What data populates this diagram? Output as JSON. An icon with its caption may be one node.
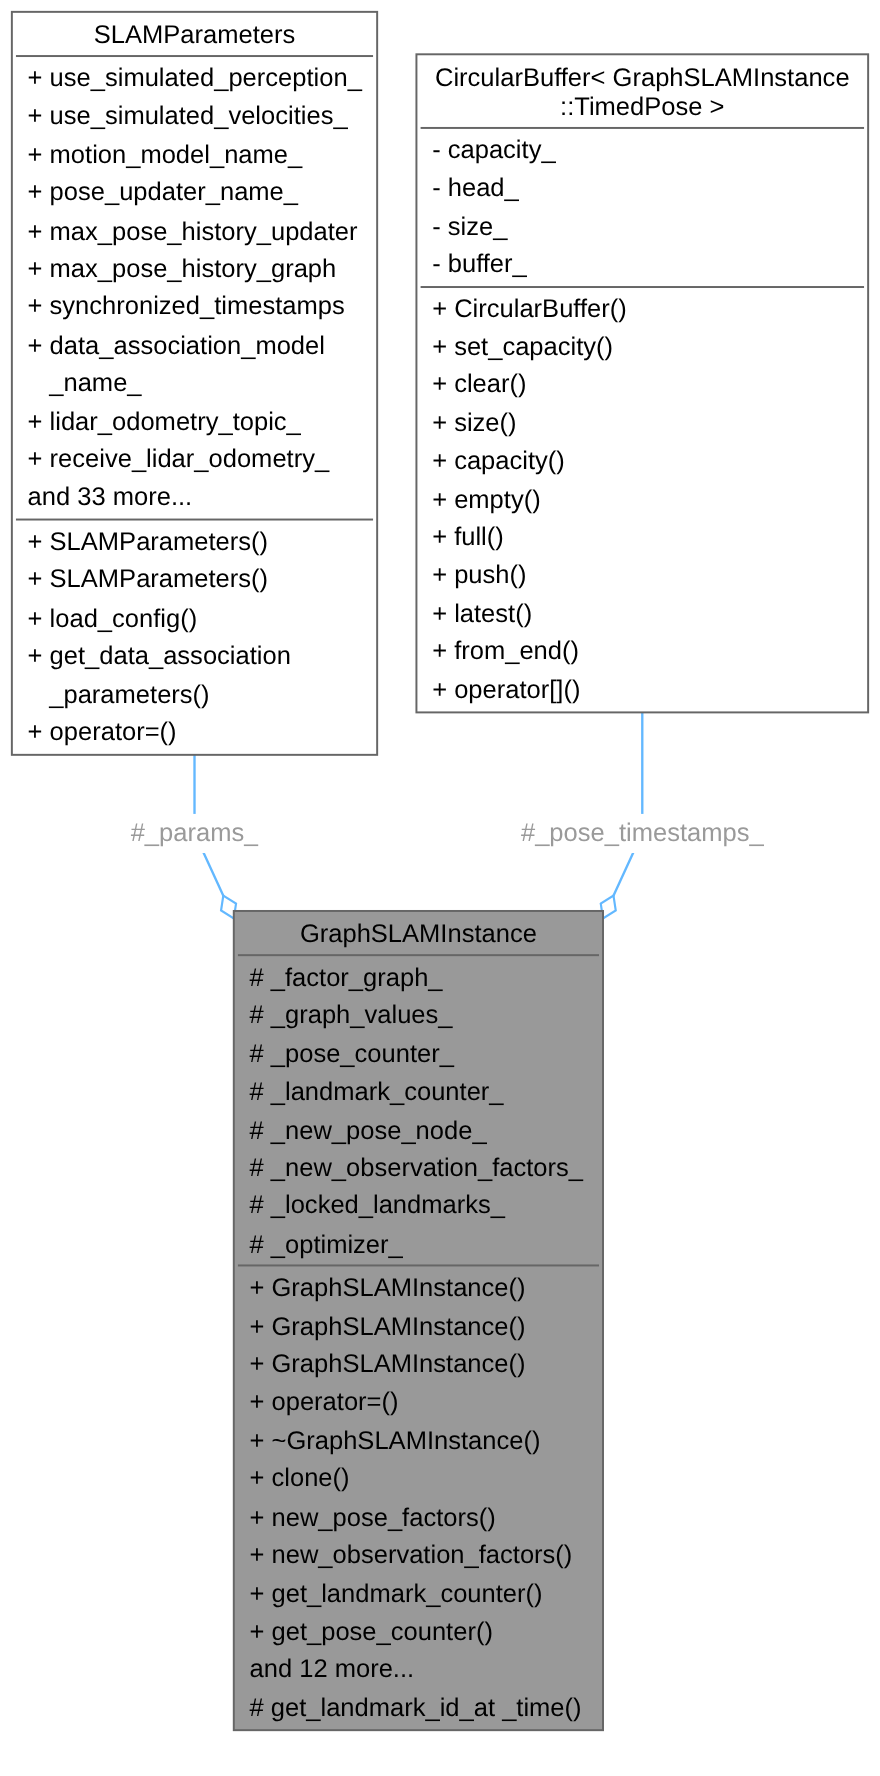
{
  "diagram": {
    "nodes": [
      {
        "text": [
          "SLAMParameters",
          "+ use_simulated_perception_",
          "+ use_simulated_velocities_",
          "+ motion_model_name_",
          "+ pose_updater_name_",
          "+ max_pose_history_updater",
          "+ max_pose_history_graph",
          "+ synchronized_timestamps",
          "+ data_association_model _name_",
          "+ lidar_odometry_topic_",
          "+ receive_lidar_odometry_",
          "and 33 more...",
          "+ SLAMParameters()",
          "+ SLAMParameters()",
          "+ load_config()",
          "+ get_data_association _parameters()",
          "+ operator=()"
        ]
      },
      {
        "text": [
          "CircularBuffer< GraphSLAMInstance ::TimedPose >",
          "- capacity_",
          "- head_",
          "- size_",
          "- buffer_",
          "+ CircularBuffer()",
          "+ set_capacity()",
          "+ clear()",
          "+ size()",
          "+ capacity()",
          "+ empty()",
          "+ full()",
          "+ push()",
          "+ latest()",
          "+ from_end()",
          "+ operator[]()"
        ]
      },
      {
        "text": [
          "GraphSLAMInstance",
          "# _factor_graph_",
          "# _graph_values_",
          "# _pose_counter_",
          "# _landmark_counter_",
          "# _new_pose_node_",
          "# _new_observation_factors_",
          "# _locked_landmarks_",
          "# _optimizer_",
          "+ GraphSLAMInstance()",
          "+ GraphSLAMInstance()",
          "+ GraphSLAMInstance()",
          "+ operator=()",
          "+ ~GraphSLAMInstance()",
          "+ clone()",
          "+ new_pose_factors()",
          "+ new_observation_factors()",
          "+ get_landmark_counter()",
          "+ get_pose_counter()",
          "and 12 more...",
          "# get_landmark_id_at _time()"
        ]
      }
    ],
    "edges": [
      {
        "from": 0,
        "to": 2,
        "arrow": "other",
        "label": "#_params_"
      },
      {
        "from": 1,
        "to": 2,
        "arrow": "other",
        "label": "#_pose_timestamps_"
      }
    ]
  }
}
